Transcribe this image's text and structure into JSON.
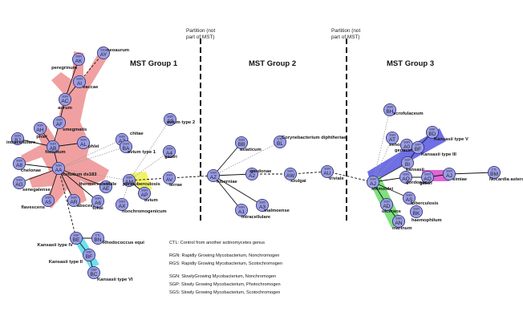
{
  "group_titles": [
    "MST Group 1",
    "MST Group 2",
    "MST Group 3"
  ],
  "partitions": [
    {
      "lines": [
        "Partition (not",
        "part of MST)"
      ]
    },
    {
      "lines": [
        "Partition (not",
        "part of MST)"
      ]
    }
  ],
  "legend": [
    "CTL: Control from another actinomycetes genus",
    "RGN: Rapidly Growing Mycobacterium, Nonchromogen",
    "RGS: Rapidly Growing Mycobacterium, Scotochromogen",
    "SGN: SlowlyGrowing Mycobacterium, Nonchromogen",
    "SGP: Slowly Growing Mycobacterium, Photochromogen",
    "SGS: Slowly Growing Mycobacterium, Scotochromogen"
  ],
  "colors": {
    "node_fill": "#9b9ee6",
    "node_stroke": "#2a2a66",
    "red_band": "#f0a0a0",
    "cyan_band": "#6fe0ee",
    "yellow_band": "#f2f26a",
    "blue_band": "#6f6fe6",
    "magenta_band": "#e066d6",
    "green_band": "#7ee07e"
  },
  "nodes": [
    {
      "id": "AY",
      "type": "SGS",
      "species": "neoaurum"
    },
    {
      "id": "AK",
      "type": "SGN",
      "species": "peregrinum"
    },
    {
      "id": "AI",
      "type": "SGN",
      "species": "vaccae"
    },
    {
      "id": "AC",
      "type": "SGN",
      "species": "aurum"
    },
    {
      "id": "AF",
      "type": "SGN",
      "species": "smegmatis"
    },
    {
      "id": "AH",
      "type": "SGN",
      "species": "phlei"
    },
    {
      "id": "BJ",
      "type": "SGN",
      "species": "intracellulare"
    },
    {
      "id": "AB",
      "type": "SGN",
      "species": "fortuitum"
    },
    {
      "id": "AL",
      "type": "SGN",
      "species": "phlei"
    },
    {
      "id": "A8",
      "type": "SGN",
      "species": "chelonae"
    },
    {
      "id": "AA",
      "type": "SGN",
      "species": "fortuitum ds183"
    },
    {
      "id": "AG",
      "type": "SGN",
      "species": "senegalense"
    },
    {
      "id": "A5",
      "type": "SGN",
      "species": "flavescens"
    },
    {
      "id": "AR",
      "type": "SGN",
      "species": "abscessus"
    },
    {
      "id": "AE",
      "type": "SGN",
      "species": "thermoresistibile"
    },
    {
      "id": "A6",
      "type": "SGN",
      "species": "tokai"
    },
    {
      "id": "A7",
      "type": "SGN",
      "species": "chitae"
    },
    {
      "id": "BA",
      "type": "SGN",
      "species": "avium type 1"
    },
    {
      "id": "A9",
      "type": "SGN",
      "species": "avium type 2"
    },
    {
      "id": "AM",
      "type": "SGN",
      "species": "paratuberculosis"
    },
    {
      "id": "A4",
      "type": "SGN",
      "species": "gastri"
    },
    {
      "id": "AP",
      "type": "SGN",
      "species": "avium"
    },
    {
      "id": "AX",
      "type": "SGN",
      "species": "nonchromogenicum"
    },
    {
      "id": "AV",
      "type": "SGN",
      "species": "terrae"
    },
    {
      "id": "BE",
      "type": "SGP",
      "species": "Kansasii type IV"
    },
    {
      "id": "BN",
      "type": "CTL",
      "species": "Rhodococcus equi"
    },
    {
      "id": "BF",
      "type": "SGP",
      "species": "Kansasii type II"
    },
    {
      "id": "BC",
      "type": "SGP",
      "species": "Kansasii type VI"
    },
    {
      "id": "AZ",
      "type": "SGN",
      "species": "hiberniae"
    },
    {
      "id": "BB",
      "type": "SGN",
      "species": "asiaticum"
    },
    {
      "id": "BL",
      "type": "CTL",
      "species": "Corynebacterium diphtheriae"
    },
    {
      "id": "A2",
      "type": "SGN",
      "species": "gordonae"
    },
    {
      "id": "AW",
      "type": "SGN",
      "species": "szulgai"
    },
    {
      "id": "A1",
      "type": "SGN",
      "species": "intracellulare"
    },
    {
      "id": "A3",
      "type": "SGN",
      "species": "malmoense"
    },
    {
      "id": "AU",
      "type": "SGN",
      "species": "triviale"
    },
    {
      "id": "BH",
      "type": "SGN",
      "species": "scrofulaceum"
    },
    {
      "id": "AT",
      "type": "SGN",
      "species": "xenopi"
    },
    {
      "id": "A0",
      "type": "SGN",
      "species": "genavense"
    },
    {
      "id": "BF3",
      "type": "SGP",
      "species": "Kansasii type III"
    },
    {
      "id": "BD",
      "type": "SGP",
      "species": "Kansasii type V"
    },
    {
      "id": "BI",
      "type": "SGP",
      "species": "kansasii"
    },
    {
      "id": "AQ",
      "type": "SGN",
      "species": "gastri"
    },
    {
      "id": "AJ",
      "type": "SGN",
      "species": "simiae"
    },
    {
      "id": "BM",
      "type": "CTL",
      "species": "Nocardia asteroides"
    },
    {
      "id": "AO",
      "type": "SGN",
      "species": "gordonae"
    },
    {
      "id": "AJ2",
      "type": "SGN",
      "species": "shimoidei"
    },
    {
      "id": "AS",
      "type": "SGN",
      "species": "tuberculosis"
    },
    {
      "id": "AD",
      "type": "SGN",
      "species": "ulcerans"
    },
    {
      "id": "AN",
      "type": "SGN",
      "species": "marinum"
    },
    {
      "id": "BK",
      "type": "SGN",
      "species": "haemophilum"
    }
  ]
}
